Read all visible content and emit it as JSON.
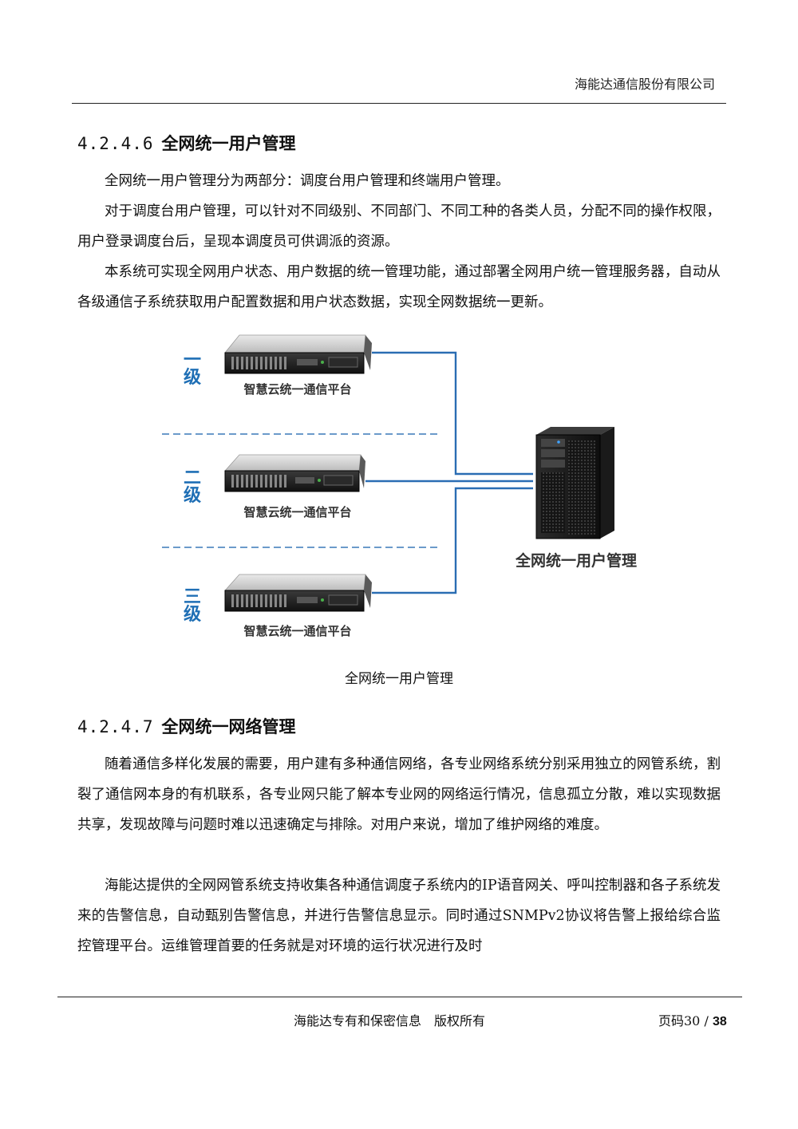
{
  "header": {
    "company": "海能达通信股份有限公司"
  },
  "sections": [
    {
      "number": "4.2.4.6",
      "title": "全网统一用户管理",
      "paragraphs": [
        "全网统一用户管理分为两部分：调度台用户管理和终端用户管理。",
        "对于调度台用户管理，可以针对不同级别、不同部门、不同工种的各类人员，分配不同的操作权限，用户登录调度台后，呈现本调度员可供调派的资源。",
        "本系统可实现全网用户状态、用户数据的统一管理功能，通过部署全网用户统一管理服务器，自动从各级通信子系统获取用户配置数据和用户状态数据，实现全网数据统一更新。"
      ]
    },
    {
      "number": "4.2.4.7",
      "title": "全网统一网络管理",
      "paragraphs": [
        "随着通信多样化发展的需要，用户建有多种通信网络，各专业网络系统分别采用独立的网管系统，割裂了通信网本身的有机联系，各专业网只能了解本专业网的网络运行情况，信息孤立分散，难以实现数据共享，发现故障与问题时难以迅速确定与排除。对用户来说，增加了维护网络的难度。",
        "海能达提供的全网网管系统支持收集各种通信调度子系统内的IP语音网关、呼叫控制器和各子系统发来的告警信息，自动甄别告警信息，并进行告警信息显示。同时通过SNMPv2协议将告警上报给综合监控管理平台。运维管理首要的任务就是对环境的运行状况进行及时"
      ]
    }
  ],
  "figure": {
    "levels": [
      {
        "label": "一级",
        "server_label": "智慧云统一通信平台"
      },
      {
        "label": "二级",
        "server_label": "智慧云统一通信平台"
      },
      {
        "label": "三级",
        "server_label": "智慧云统一通信平台"
      }
    ],
    "tower_label": "全网统一用户管理",
    "caption": "全网统一用户管理",
    "colors": {
      "level_label": "#1f6fb5",
      "link_line": "#2a6db3",
      "divider": "#3a78b8"
    }
  },
  "footer": {
    "text": "海能达专有和保密信息　版权所有",
    "page_prefix": "页码30 / ",
    "page_total": "38"
  }
}
